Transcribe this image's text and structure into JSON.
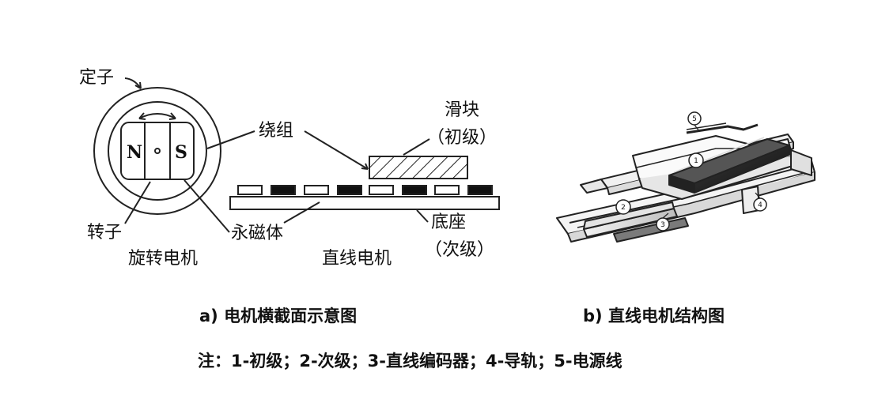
{
  "diagram_a": {
    "stator": "定子",
    "winding": "绕组",
    "slider": "滑块",
    "slider_sub": "（初级）",
    "rotor": "转子",
    "magnet": "永磁体",
    "base": "底座",
    "base_sub": "（次级）",
    "rotary_motor": "旋转电机",
    "linear_motor": "直线电机",
    "pole_n": "N",
    "pole_s": "S"
  },
  "diagram_b": {
    "callouts": [
      "1",
      "2",
      "3",
      "4",
      "5"
    ]
  },
  "captions": {
    "a": "a) 电机横截面示意图",
    "b": "b) 直线电机结构图"
  },
  "note": "注：1-初级；2-次级；3-直线编码器；4-导轨；5-电源线"
}
